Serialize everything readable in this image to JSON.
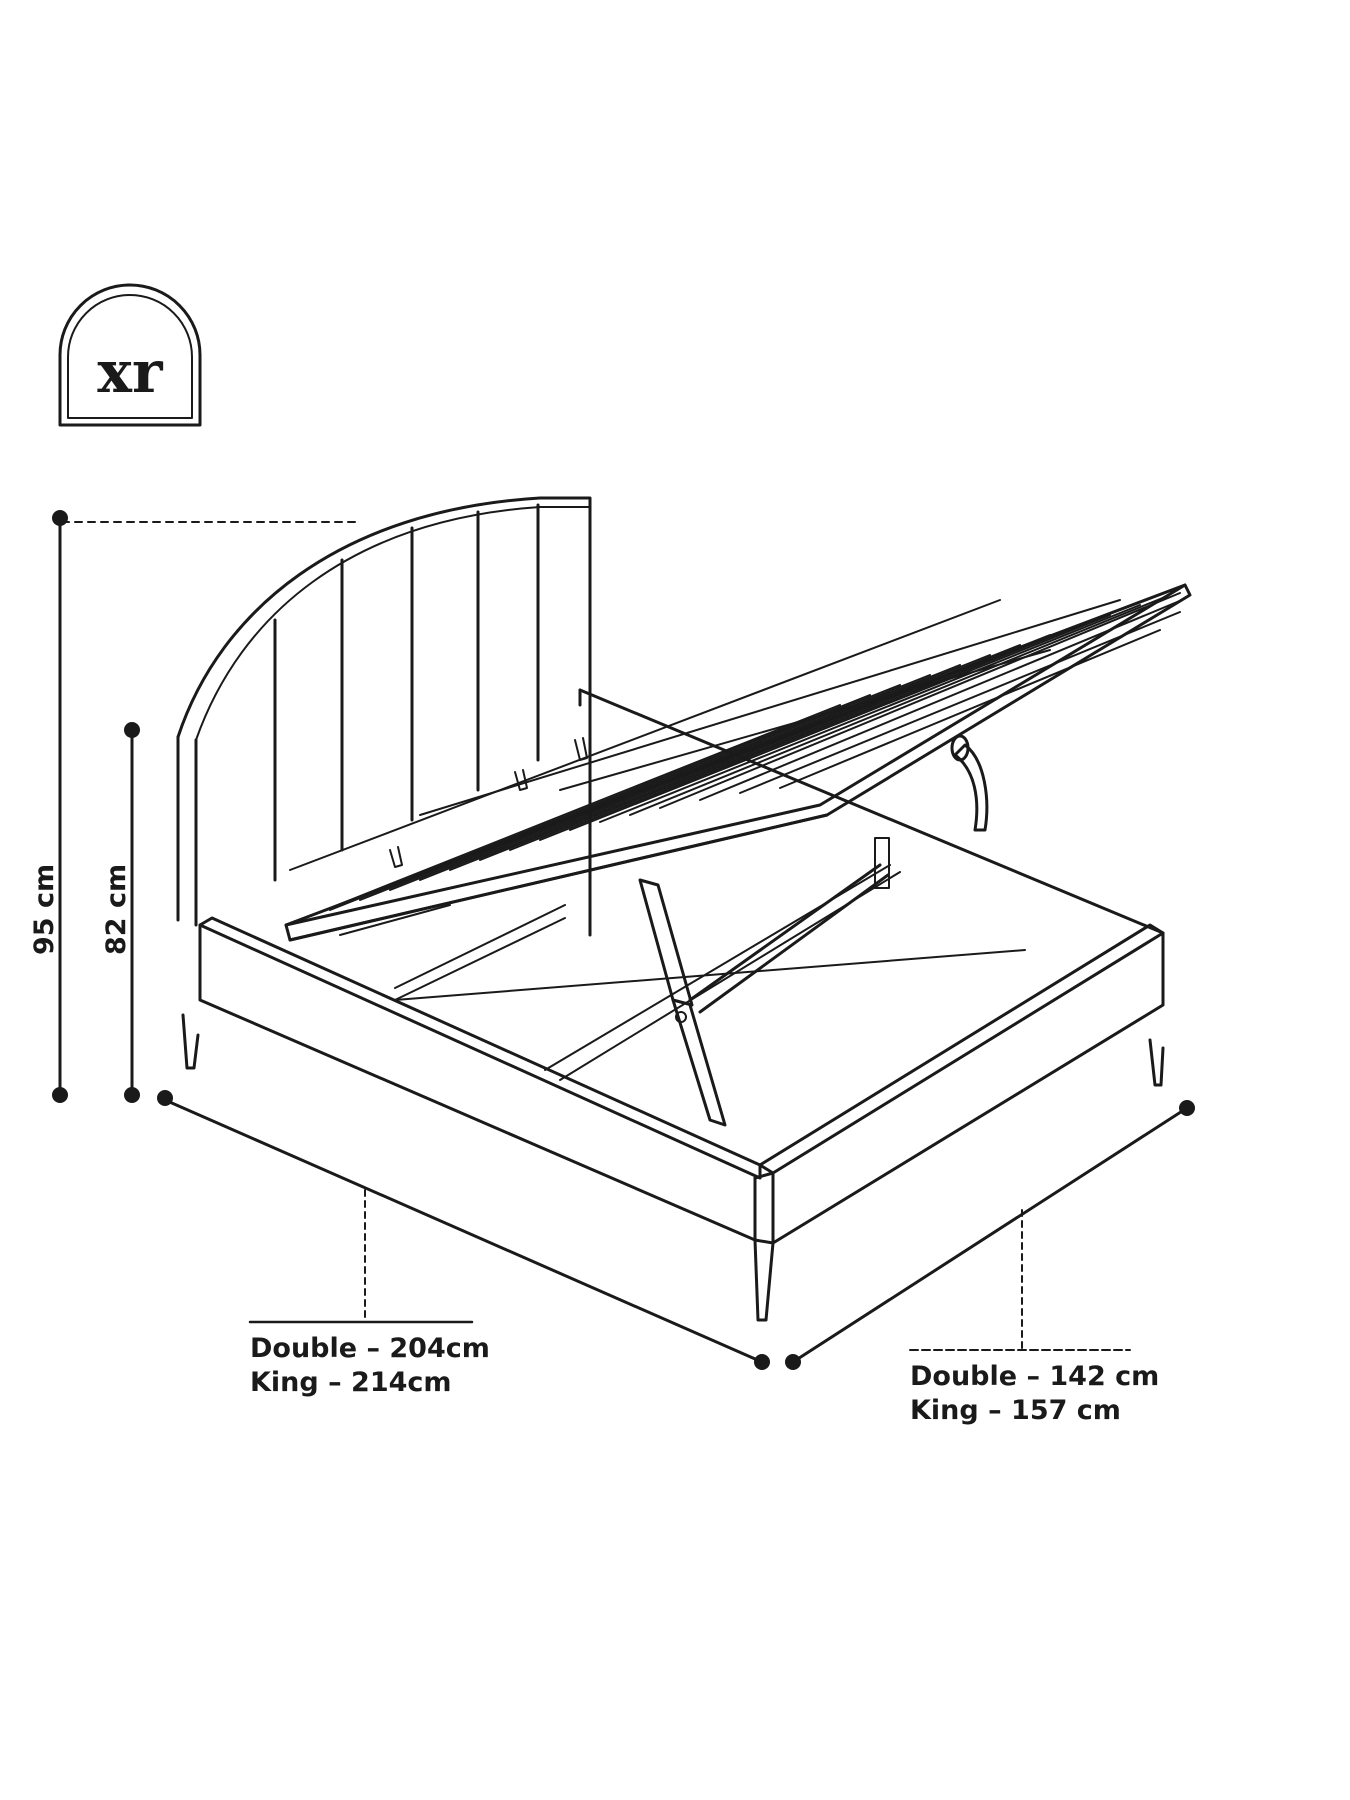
{
  "logo": {
    "text": "xr"
  },
  "dimensions": {
    "height_total": "95 cm",
    "height_side": "82 cm",
    "length": {
      "double": "Double – 204cm",
      "king": "King – 214cm"
    },
    "width": {
      "double": "Double – 142 cm",
      "king": "King – 157 cm"
    }
  },
  "colors": {
    "line": "#1a1a1a",
    "background": "#ffffff"
  }
}
